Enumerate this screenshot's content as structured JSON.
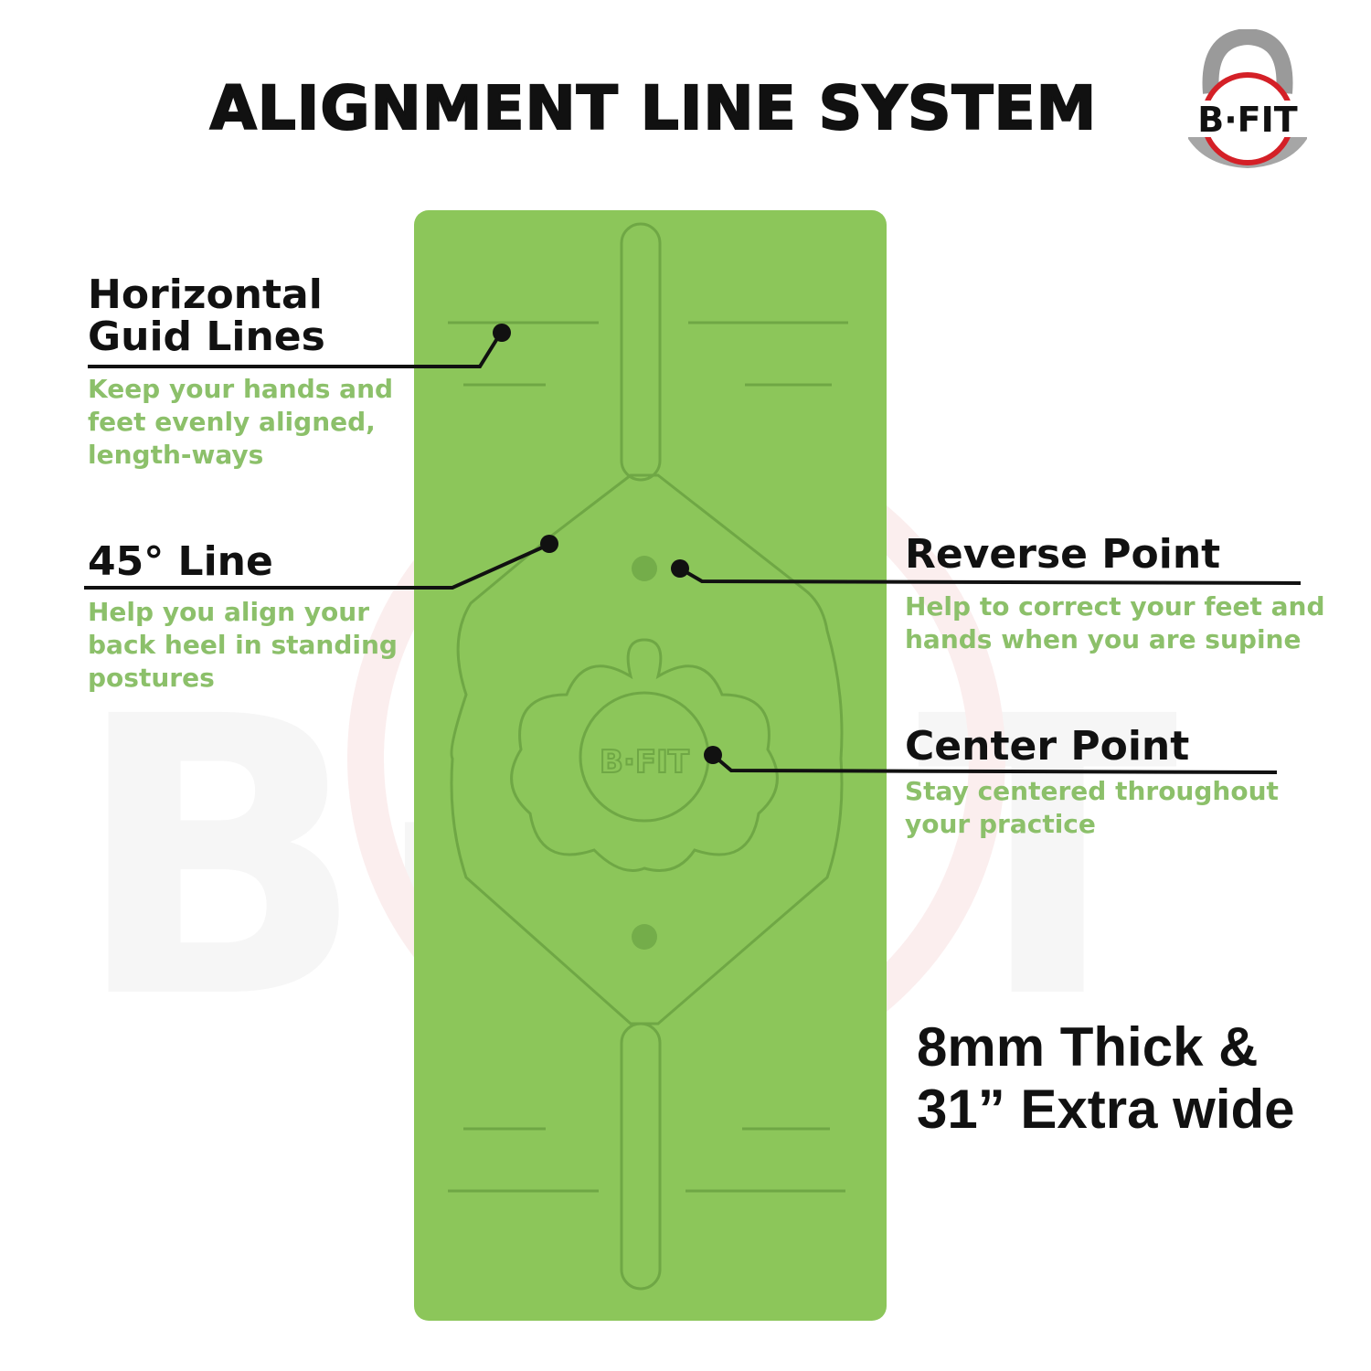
{
  "title": "ALIGNMENT LINE SYSTEM",
  "logo": {
    "text": "B·FIT",
    "colors": {
      "handle": "#9a9a9a",
      "ring": "#d42027",
      "text": "#111111"
    }
  },
  "colors": {
    "mat": "#8cc65a",
    "mat_lines": "#6fa745",
    "description_text": "#8cc06a"
  },
  "callouts": [
    {
      "heading_line1": "Horizontal",
      "heading_line2": "Guid Lines",
      "description": [
        "Keep your hands and",
        "feet evenly aligned,",
        "length-ways"
      ]
    },
    {
      "heading": "45° Line",
      "description": [
        "Help you align your",
        "back heel in standing",
        "postures"
      ]
    },
    {
      "heading": "Reverse Point",
      "description": [
        "Help to correct your feet and",
        "hands when you are supine"
      ]
    },
    {
      "heading": "Center Point",
      "description": [
        "Stay centered throughout",
        "your practice"
      ]
    }
  ],
  "spec": {
    "line1": "8mm Thick &",
    "line2": "31” Extra wide"
  }
}
